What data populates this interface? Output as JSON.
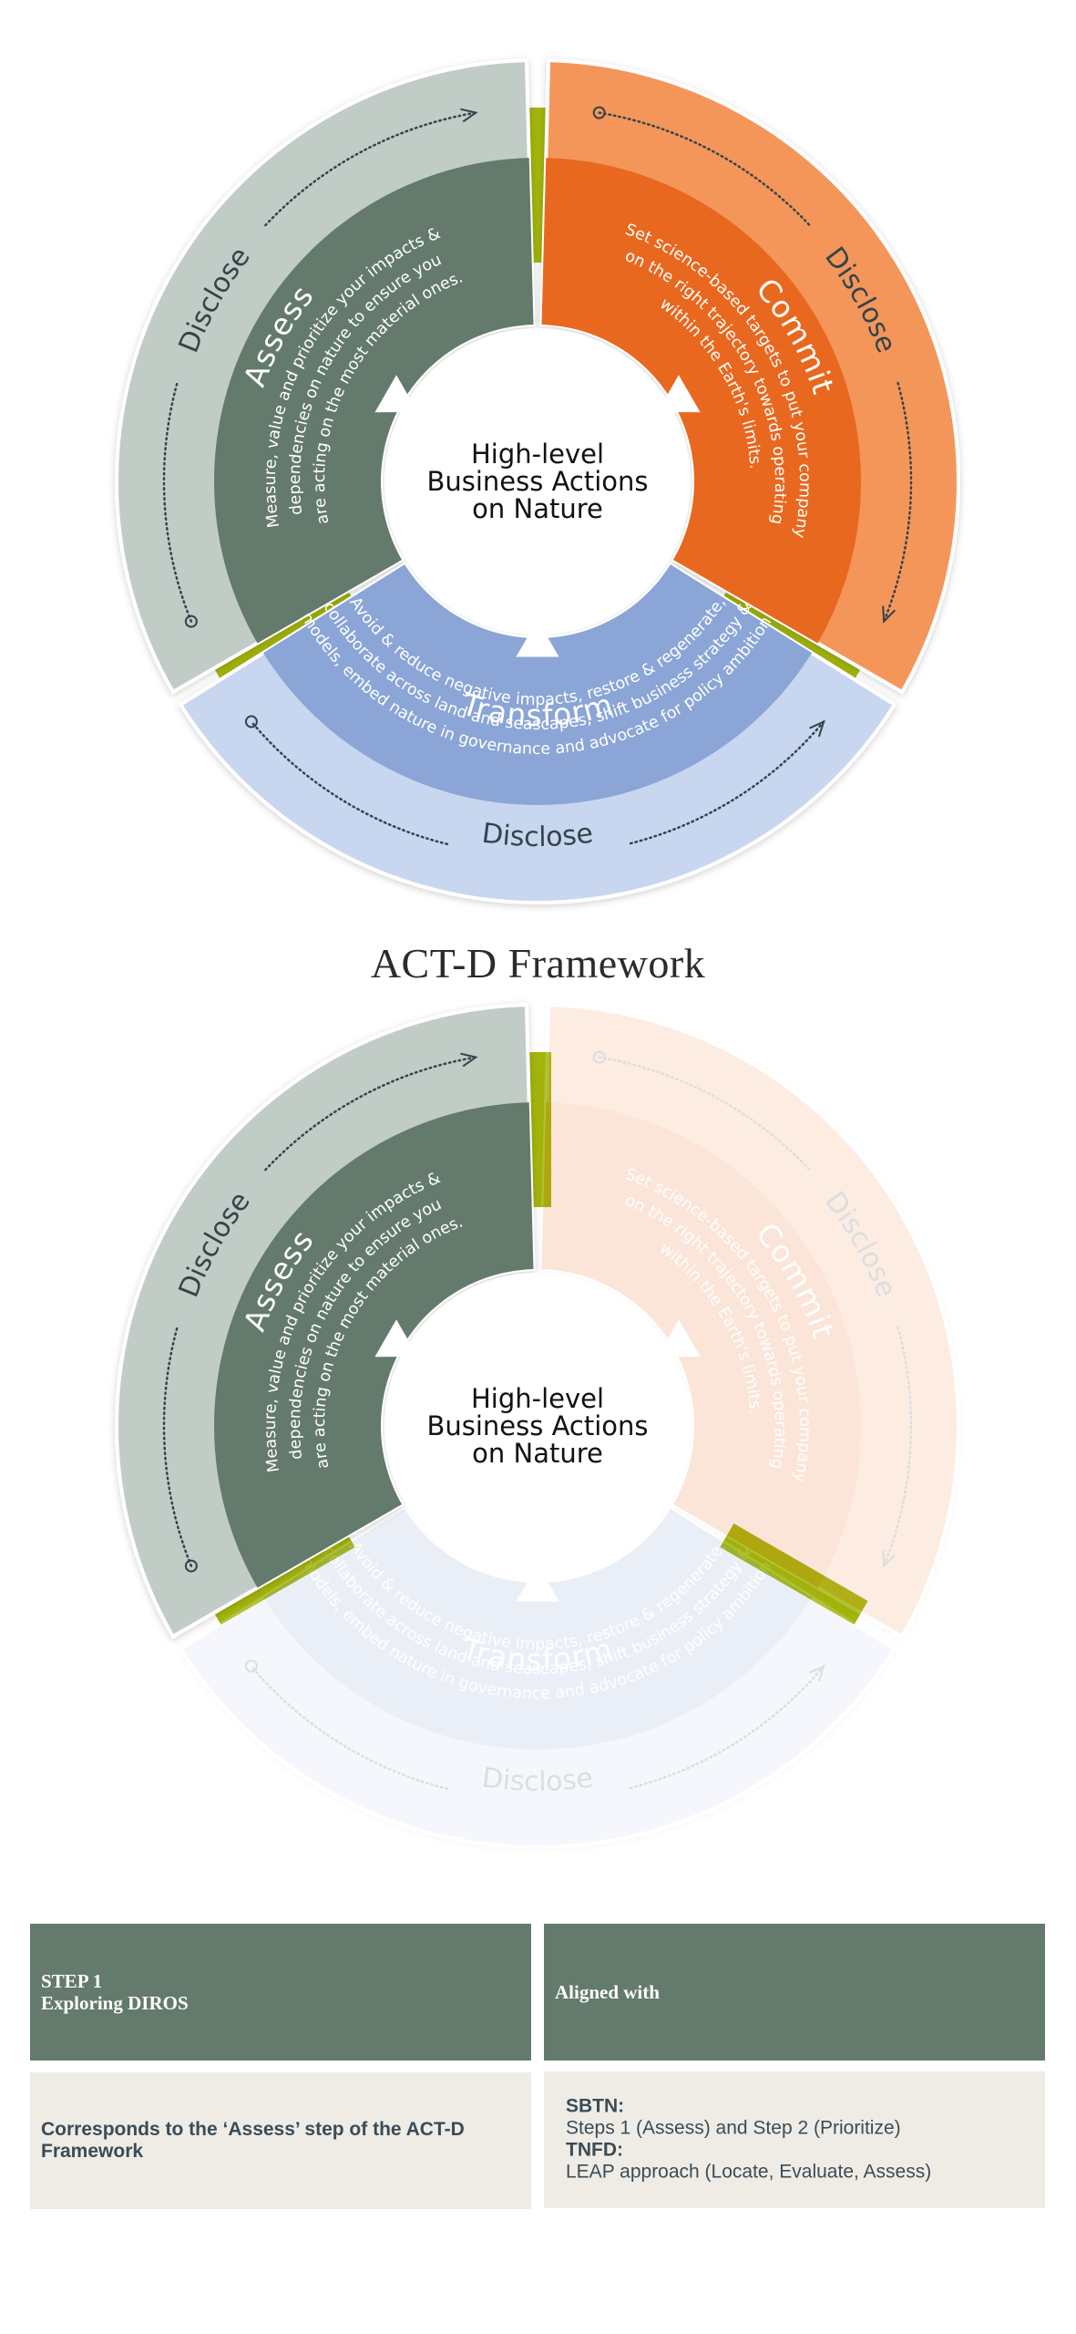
{
  "colors": {
    "assess_outer": "#c2ccc7",
    "assess_inner": "#647a6c",
    "commit_outer": "#f4965a",
    "commit_inner": "#e9681f",
    "transform_outer": "#c8d6ef",
    "transform_inner": "#8aa5d6",
    "connector": "#a3b50c",
    "table_head": "#647a6c",
    "table_body": "#efece6"
  },
  "wheel": {
    "center_title_lines": [
      "High-level",
      "Business Actions",
      "on Nature"
    ],
    "segments": [
      {
        "id": "assess",
        "title": "Assess",
        "description_lines": [
          "Measure, value and prioritize your impacts &",
          "dependencies on nature to ensure you",
          "are acting on the most material ones."
        ],
        "outer_label": "Disclose"
      },
      {
        "id": "commit",
        "title": "Commit",
        "description_lines": [
          "Set science-based targets to put your company",
          "on the right trajectory towards operating",
          "within the Earth's limits."
        ],
        "outer_label": "Disclose"
      },
      {
        "id": "transform",
        "title": "Transform",
        "description_lines": [
          "Avoid & reduce negative impacts, restore & regenerate,",
          "collaborate across land and seascapes, shift business strategy &",
          "models, embed nature in governance and advocate for policy ambition."
        ],
        "outer_label": "Disclose"
      }
    ]
  },
  "framework_title": "ACT-D Framework",
  "highlighted_segment": "assess",
  "table": {
    "header_left_line1": "STEP 1",
    "header_left_line2": "Exploring DIROS",
    "header_right": "Aligned with",
    "body_left": "Corresponds to the ‘Assess’ step of the ACT-D Framework",
    "sbtn_label": "SBTN:",
    "sbtn_text": "Steps 1 (Assess) and Step 2 (Prioritize)",
    "tnfd_label": "TNFD:",
    "tnfd_text": "LEAP approach (Locate, Evaluate, Assess)"
  }
}
